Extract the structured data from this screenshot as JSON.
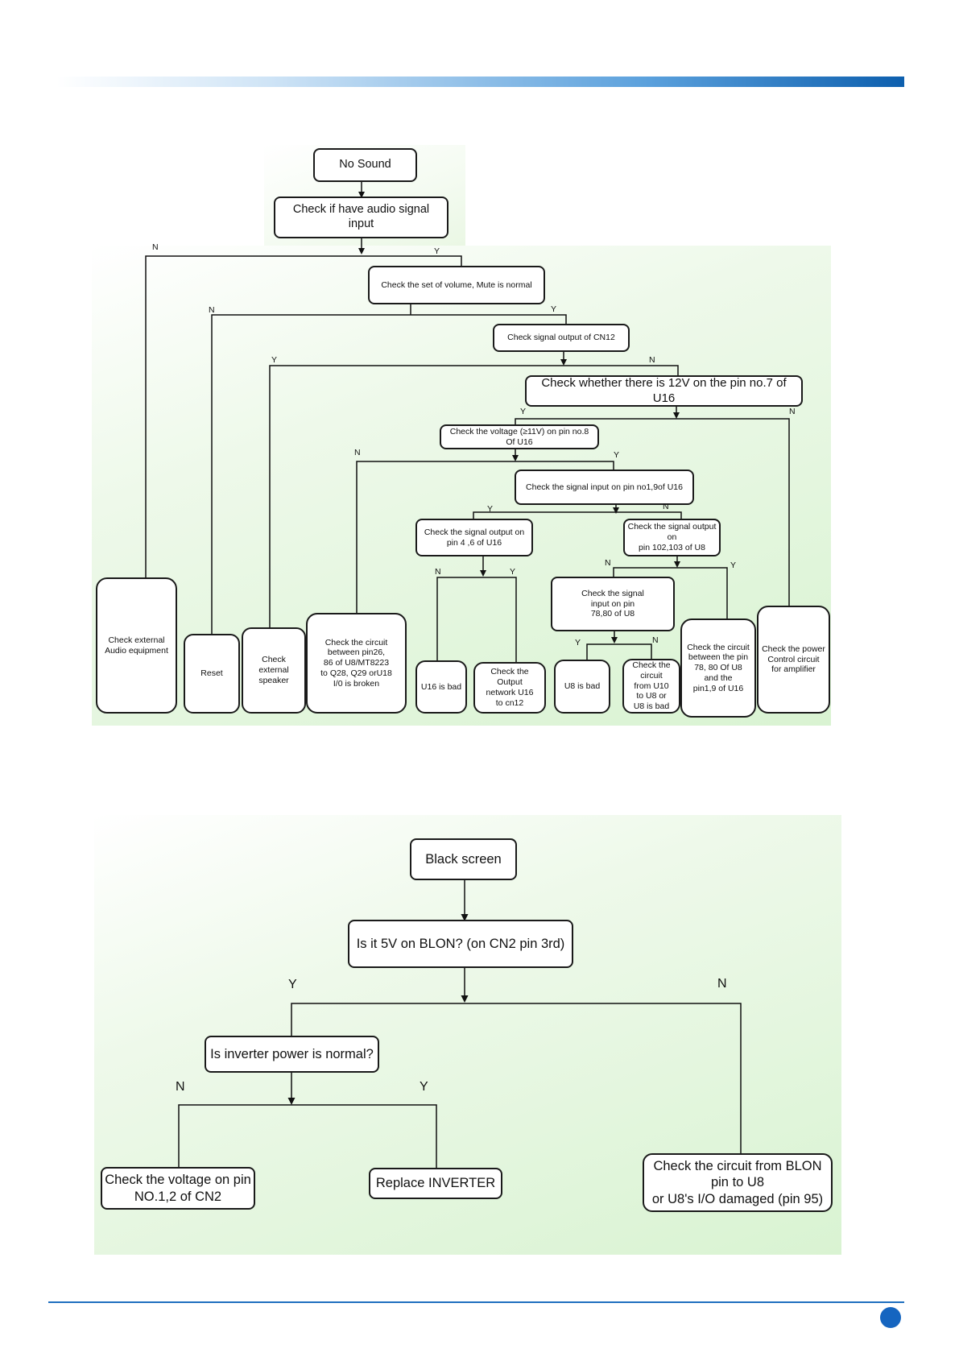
{
  "flowchart1": {
    "no_sound": "No Sound",
    "check_audio_input": "Check if have audio signal\ninput",
    "check_volume_mute": "Check the set of volume, Mute is normal",
    "check_cn12": "Check signal output of CN12",
    "check_12v": "Check whether there is 12V on the pin no.7 of U16",
    "check_11v": "Check the voltage (≥11V) on pin no.8\nOf U16",
    "check_input_pin19": "Check the signal input on pin no1,9of U16",
    "check_output_pin46": "Check the signal output on\npin 4 ,6 of U16",
    "check_output_pin102": "Check  the signal output on\npin 102,103 of  U8",
    "check_input_pin7880": "Check the signal\ninput on pin\n78,80 of U8",
    "check_external_audio": "Check external\nAudio equipment",
    "reset": "Reset",
    "check_external_speaker": "Check external\nspeaker",
    "check_circuit_pin26": "Check the circuit\nbetween pin26,\n86 of U8/MT8223\nto Q28, Q29 orU18\nI/0 is broken",
    "u16_bad": "U16 is bad",
    "check_output_network": "Check the\nOutput\nnetwork U16\nto cn12",
    "u8_bad": "U8  is bad",
    "check_circuit_u10": "Check the\ncircuit\nfrom U10\nto U8 or\nU8 is bad",
    "check_circuit_pin7880": "Check the circuit\nbetween the pin\n78, 80 Of U8\nand the\npin1,9 of U16",
    "check_power_control": "Check the power\nControl circuit\nfor amplifier",
    "labels": {
      "n1": "N",
      "y1": "Y",
      "n2": "N",
      "y2": "Y",
      "y3": "Y",
      "n3": "N",
      "y4": "Y",
      "n4": "N",
      "n5": "N",
      "y5": "Y",
      "y6": "Y",
      "n6": "N",
      "n7": "N",
      "y7": "Y",
      "n8": "N",
      "y8": "Y",
      "y9": "Y",
      "n9": "N"
    }
  },
  "flowchart2": {
    "black_screen": "Black screen",
    "check_5v_blon": "Is it 5V on BLON? (on CN2 pin 3rd)",
    "inverter_power": "Is inverter power is normal?",
    "check_voltage_cn2": "Check the voltage on pin\nNO.1,2 of CN2",
    "replace_inverter": "Replace INVERTER",
    "check_circuit_blon": "Check the circuit from BLON\npin to U8\nor U8's I/O damaged (pin 95)",
    "labels": {
      "y1": "Y",
      "n1": "N",
      "n2": "N",
      "y2": "Y"
    }
  },
  "colors": {
    "header_bar": "#0d5fae",
    "footer_line": "#1f6fbf",
    "page_dot": "#1565c0",
    "diagram_bg": "#d9f3d2"
  }
}
